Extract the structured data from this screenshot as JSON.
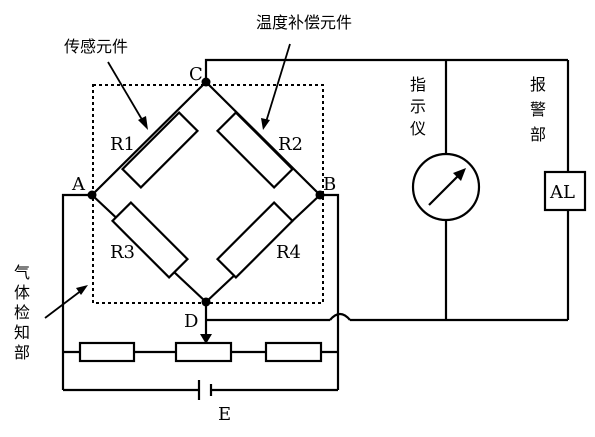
{
  "labels": {
    "sensor": "传感元件",
    "temp_comp": "温度补偿元件",
    "indicator": [
      "指",
      "示",
      "仪"
    ],
    "alarm_unit": [
      "报",
      "警",
      "部"
    ],
    "alarm_box": "AL",
    "gas_detect": [
      "气",
      "体",
      "检",
      "知",
      "部"
    ],
    "node_a": "A",
    "node_b": "B",
    "node_c": "C",
    "node_d": "D",
    "r1": "R1",
    "r2": "R2",
    "r3": "R3",
    "r4": "R4",
    "battery": "E"
  }
}
